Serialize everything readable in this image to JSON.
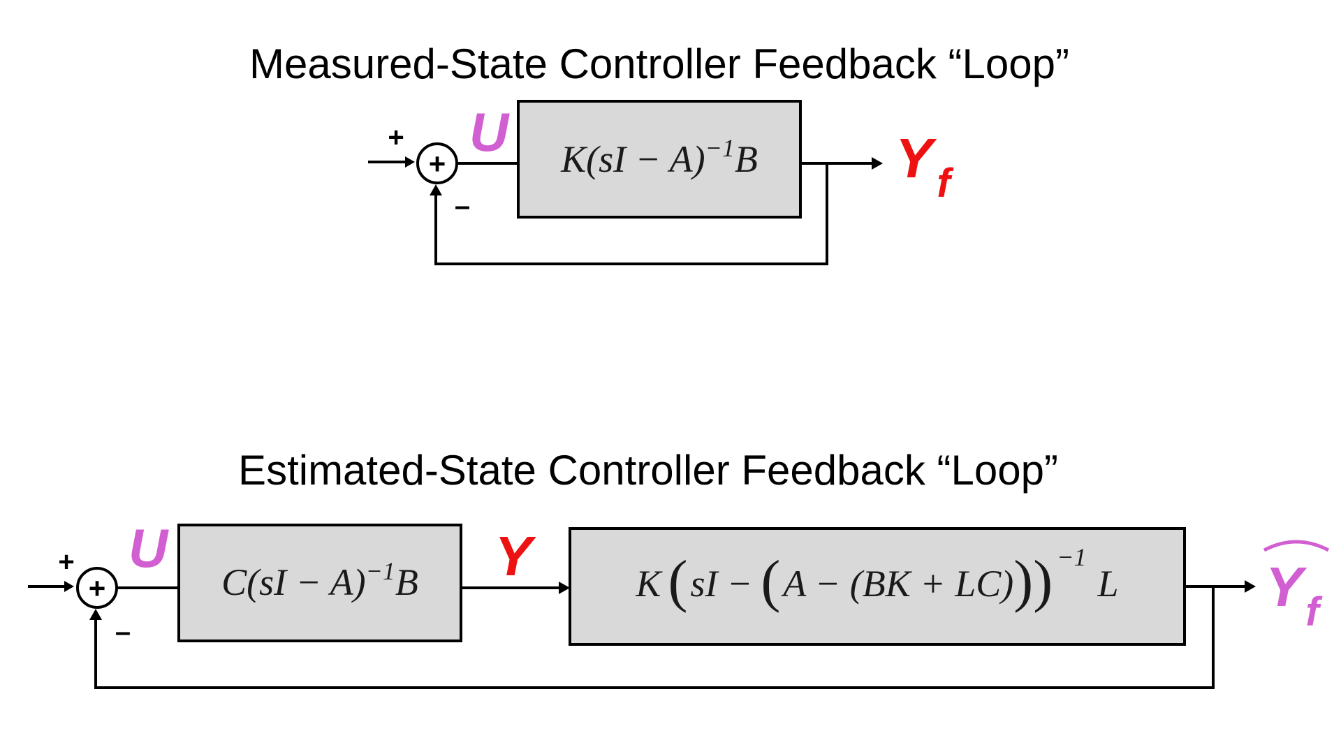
{
  "diagrams": {
    "measured": {
      "title": "Measured-State Controller Feedback “Loop”",
      "input_sign": "+",
      "feedback_sign": "–",
      "sum_symbol": "+",
      "signal_u": "U",
      "block": {
        "head": "K(sI − A)",
        "sup": "−1",
        "tail": "B"
      },
      "output": {
        "main": "Y",
        "sub": "f"
      }
    },
    "estimated": {
      "title": "Estimated-State Controller Feedback “Loop”",
      "input_sign": "+",
      "feedback_sign": "–",
      "sum_symbol": "+",
      "signal_u": "U",
      "signal_y": "Y",
      "block1": {
        "head": "C(sI − A)",
        "sup": "−1",
        "tail": "B"
      },
      "block2": {
        "k": "K",
        "open_big": "(",
        "inner1": "sI −",
        "open_big2": "(",
        "inner2": "A − (BK + LC)",
        "close_big2": ")",
        "close_big": ")",
        "sup": "−1",
        "l": "L"
      },
      "output": {
        "main": "Y",
        "hat": "^",
        "sub": "f"
      }
    }
  },
  "colors": {
    "u_signal": "#d25fd2",
    "y_signal": "#ee1111",
    "estimate_signal": "#d25fd2",
    "block_fill": "#d9d9d9"
  }
}
